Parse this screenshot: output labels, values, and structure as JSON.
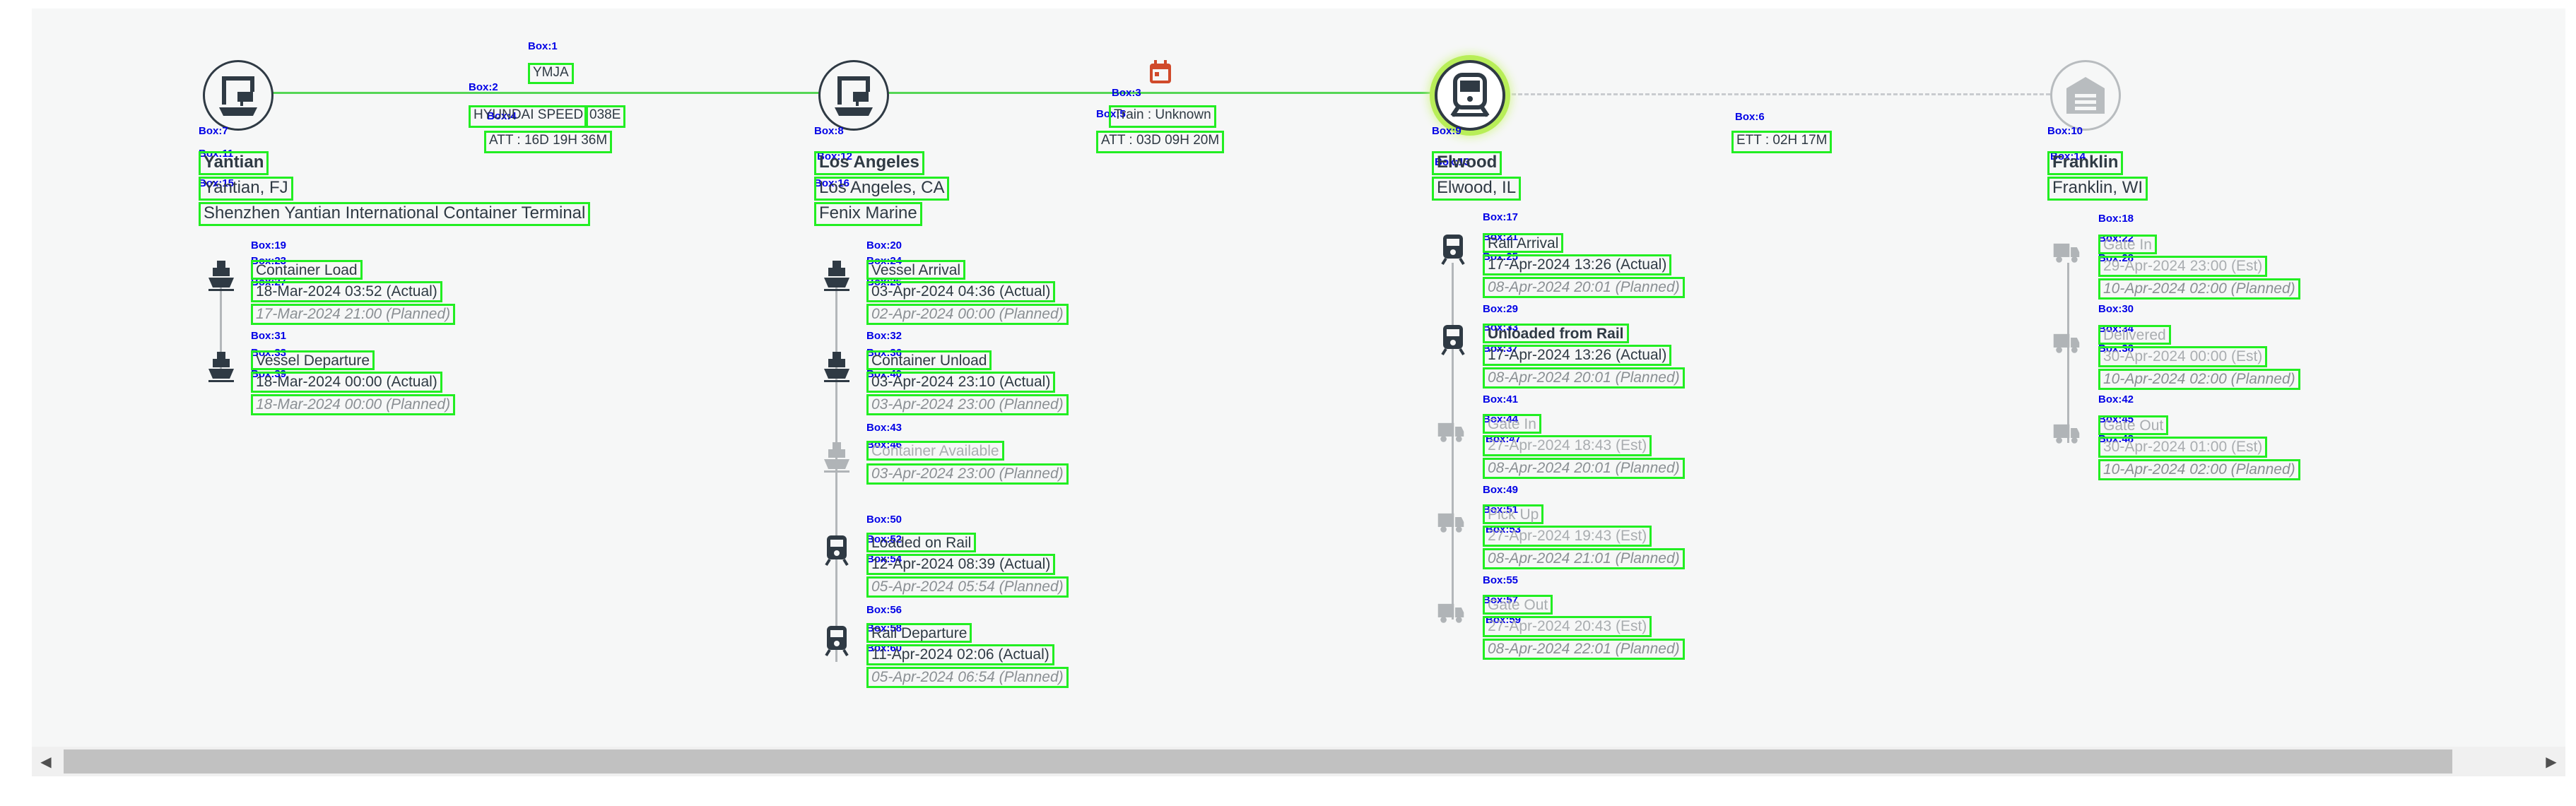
{
  "legs": [
    {
      "vessel": "YMJA",
      "service": "HYUNDAI SPEED",
      "voyage": "038E",
      "att": "ATT : 16D 19H 36M"
    },
    {
      "mode": "Train : Unknown",
      "att": "ATT : 03D 09H 20M"
    },
    {
      "ett": "ETT : 02H 17M"
    }
  ],
  "locations": [
    {
      "code": "Yantian",
      "city": "Yantian, FJ",
      "facility": "Shenzhen Yantian International Container Terminal",
      "hub_icon": "port-crane-icon"
    },
    {
      "code": "Los Angeles",
      "city": "Los Angeles, CA",
      "facility": "Fenix Marine",
      "hub_icon": "port-crane-icon"
    },
    {
      "code": "Elwood",
      "city": "Elwood, IL",
      "facility": "",
      "hub_icon": "train-icon"
    },
    {
      "code": "Franklin",
      "city": "Franklin, WI",
      "facility": "",
      "hub_icon": "warehouse-icon"
    }
  ],
  "events": {
    "yantian": [
      {
        "title": "Container Load",
        "actual": "18-Mar-2024 03:52 (Actual)",
        "planned": "17-Mar-2024 21:00 (Planned)",
        "icon": "ship-icon"
      },
      {
        "title": "Vessel Departure",
        "actual": "18-Mar-2024 00:00 (Actual)",
        "planned": "18-Mar-2024 00:00 (Planned)",
        "icon": "ship-icon"
      }
    ],
    "los_angeles": [
      {
        "title": "Vessel Arrival",
        "actual": "03-Apr-2024 04:36 (Actual)",
        "planned": "02-Apr-2024 00:00 (Planned)",
        "icon": "ship-icon"
      },
      {
        "title": "Container Unload",
        "actual": "03-Apr-2024 23:10 (Actual)",
        "planned": "03-Apr-2024 23:00 (Planned)",
        "icon": "ship-icon"
      },
      {
        "title": "Container Available",
        "actual": "",
        "planned": "03-Apr-2024 23:00 (Planned)",
        "icon": "ship-icon"
      },
      {
        "title": "Loaded on Rail",
        "actual": "12-Apr-2024 08:39 (Actual)",
        "planned": "05-Apr-2024 05:54 (Planned)",
        "icon": "train-icon"
      },
      {
        "title": "Rail Departure",
        "actual": "11-Apr-2024 02:06 (Actual)",
        "planned": "05-Apr-2024 06:54 (Planned)",
        "icon": "train-icon"
      }
    ],
    "elwood": [
      {
        "title": "Rail Arrival",
        "actual": "17-Apr-2024 13:26 (Actual)",
        "planned": "08-Apr-2024 20:01 (Planned)",
        "icon": "train-icon"
      },
      {
        "title": "Unloaded from Rail",
        "actual": "17-Apr-2024 13:26 (Actual)",
        "planned": "08-Apr-2024 20:01 (Planned)",
        "icon": "train-icon"
      },
      {
        "title": "Gate In",
        "actual": "27-Apr-2024 18:43 (Est)",
        "planned": "08-Apr-2024 20:01 (Planned)",
        "icon": "truck-icon"
      },
      {
        "title": "Pick Up",
        "actual": "27-Apr-2024 19:43 (Est)",
        "planned": "08-Apr-2024 21:01 (Planned)",
        "icon": "truck-icon"
      },
      {
        "title": "Gate Out",
        "actual": "27-Apr-2024 20:43 (Est)",
        "planned": "08-Apr-2024 22:01 (Planned)",
        "icon": "truck-icon"
      }
    ],
    "franklin": [
      {
        "title": "Gate In",
        "actual": "29-Apr-2024 23:00 (Est)",
        "planned": "10-Apr-2024 02:00 (Planned)",
        "icon": "truck-icon"
      },
      {
        "title": "Delivered",
        "actual": "30-Apr-2024 00:00 (Est)",
        "planned": "10-Apr-2024 02:00 (Planned)",
        "icon": "truck-icon"
      },
      {
        "title": "Gate Out",
        "actual": "30-Apr-2024 01:00 (Est)",
        "planned": "10-Apr-2024 02:00 (Planned)",
        "icon": "truck-icon"
      }
    ]
  },
  "box_tags": [
    "Box:1",
    "Box:2",
    "Box:3",
    "Box:4",
    "Box:5",
    "Box:6",
    "Box:7",
    "Box:8",
    "Box:9",
    "Box:10",
    "Box:11",
    "Box:12",
    "Box:13",
    "Box:14",
    "Box:15",
    "Box:16",
    "Box:17",
    "Box:18",
    "Box:19",
    "Box:20",
    "Box:21",
    "Box:22",
    "Box:23",
    "Box:24",
    "Box:25",
    "Box:26",
    "Box:27",
    "Box:28",
    "Box:29",
    "Box:30",
    "Box:31",
    "Box:32",
    "Box:33",
    "Box:34",
    "Box:35",
    "Box:36",
    "Box:37",
    "Box:38",
    "Box:39",
    "Box:40",
    "Box:41",
    "Box:42",
    "Box:43",
    "Box:44",
    "Box:45",
    "Box:46",
    "Box:47",
    "Box:48",
    "Box:49",
    "Box:50",
    "Box:51",
    "Box:52",
    "Box:53",
    "Box:54",
    "Box:55",
    "Box:56",
    "Box:57",
    "Box:58",
    "Box:59",
    "Box:60"
  ],
  "colors": {
    "route_done": "#55d655",
    "route_future": "#c9cccf",
    "box_outline": "#22ee22",
    "box_label": "#0000e6",
    "calendar_icon": "#d04a2b",
    "hub_glow": "#b8ee58",
    "text_dark": "#2f3a44",
    "text_muted": "#8a8f93"
  },
  "scrollbar": {
    "left_arrow_icon": "scroll-left-icon",
    "right_arrow_icon": "scroll-right-icon"
  }
}
